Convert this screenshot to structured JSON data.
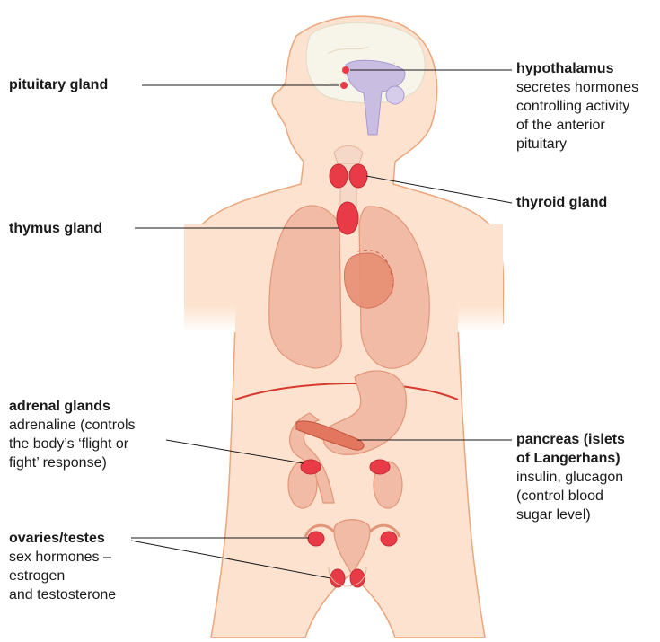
{
  "colors": {
    "skin": "#fde3cf",
    "skin_outline": "#eaa67c",
    "organ": "#f2bba5",
    "organ_outline": "#e19679",
    "gland": "#e83b47",
    "gland_light": "#f6a8a8",
    "brain": "#f7f4ea",
    "brain_stem": "#b9abd6",
    "diaphragm": "#d63a2f",
    "leader": "#1a1a1a"
  },
  "labels": {
    "pituitary": {
      "title": "pituitary gland"
    },
    "hypothalamus": {
      "title": "hypothalamus",
      "desc": "secretes hormones\ncontrolling activity\nof the anterior\npituitary"
    },
    "thyroid": {
      "title": "thyroid gland"
    },
    "thymus": {
      "title": "thymus gland"
    },
    "adrenal": {
      "title": "adrenal glands",
      "desc": "adrenaline (controls\nthe body’s ‘flight or\nfight’ response)"
    },
    "pancreas": {
      "title": "pancreas (islets\nof Langerhans)",
      "desc": "insulin, glucagon\n(control blood\nsugar level)"
    },
    "ovaries": {
      "title": "ovaries/testes",
      "desc": "sex hormones –\nestrogen\nand testosterone"
    }
  }
}
